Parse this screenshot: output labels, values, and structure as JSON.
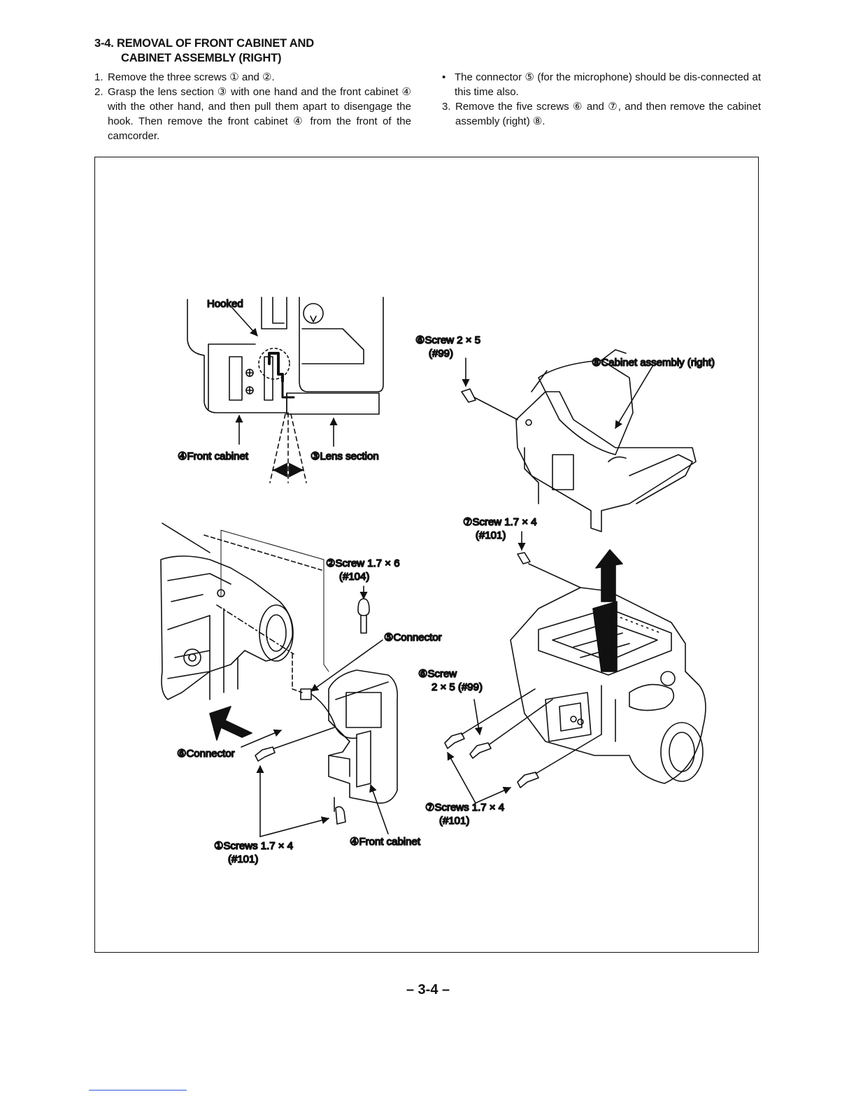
{
  "section": {
    "title_line1": "3-4. REMOVAL OF FRONT CABINET AND",
    "title_line2": "CABINET ASSEMBLY (RIGHT)"
  },
  "steps": [
    {
      "num": "1.",
      "text": "Remove the three screws ① and ②."
    },
    {
      "num": "2.",
      "text": "Grasp the lens section ③ with one hand and the front cabinet ④ with the other hand, and then pull them apart to disengage the hook. Then remove the front cabinet ④ from the  front of the camcorder."
    },
    {
      "num": "•",
      "text": "The connector ⑤ (for the microphone) should be dis-connected at this time also."
    },
    {
      "num": "3.",
      "text": "Remove the five screws ⑥ and ⑦, and then remove the cabinet assembly (right) ⑧."
    }
  ],
  "figure": {
    "labels": {
      "hooked": "Hooked",
      "front_cabinet_top": "④Front cabinet",
      "lens_section": "③Lens section",
      "screw6_top_a": "⑥Screw 2 × 5",
      "screw6_top_b": "(#99)",
      "cabinet_assembly": "⑧Cabinet assembly (right)",
      "screw7_top_a": "⑦Screw 1.7 × 4",
      "screw7_top_b": "(#101)",
      "screw2_a": "②Screw 1.7 × 6",
      "screw2_b": "(#104)",
      "connector5": "⑤Connector",
      "screw6_mid_a": "⑥Screw",
      "screw6_mid_b": "2 × 5 (#99)",
      "connector6": "⑥Connector",
      "screws7_bottom_a": "⑦Screws 1.7 × 4",
      "screws7_bottom_b": "(#101)",
      "screws1_a": "①Screws 1.7 × 4",
      "screws1_b": "(#101)",
      "front_cabinet_bottom": "④Front cabinet"
    }
  },
  "page_number": "– 3-4 –"
}
